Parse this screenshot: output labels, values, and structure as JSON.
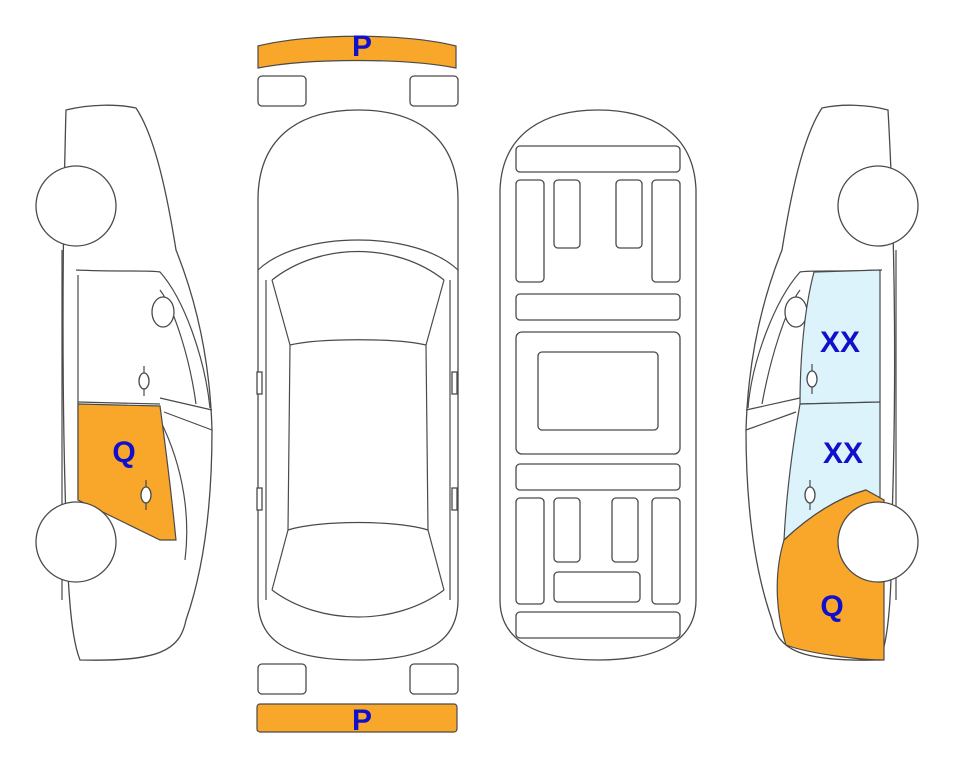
{
  "colors": {
    "damage_P": "#F9A72B",
    "damage_Q": "#F9A72B",
    "damage_XX": "#DDF3FB",
    "label_text": "#1010CC",
    "outline": "#4A4A4A"
  },
  "legend_codes": {
    "p": "P",
    "q": "Q",
    "xx": "XX"
  },
  "marks": {
    "front_bumper": "P",
    "rear_bumper": "P",
    "left_rear_door": "Q",
    "right_rear_quarter": "Q",
    "right_front_door": "XX",
    "right_rear_door": "XX"
  },
  "views": [
    "left-side",
    "top",
    "underbody",
    "right-side"
  ]
}
